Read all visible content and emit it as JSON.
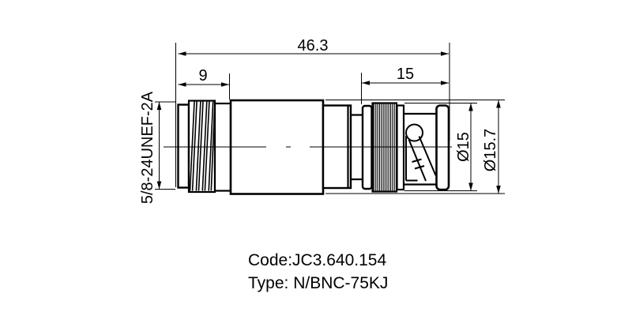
{
  "drawing": {
    "caption": {
      "code": "Code:JC3.640.154",
      "type": "Type: N/BNC-75KJ"
    },
    "dimensions": {
      "overall_length": "46.3",
      "n_section_length": "9",
      "bnc_section_length": "15",
      "coupling_diameter": "Ø15",
      "body_diameter": "Ø15.7",
      "thread_spec": "5/8-24UNEF-2A"
    },
    "colors": {
      "line": "#000000",
      "background": "#ffffff"
    }
  }
}
